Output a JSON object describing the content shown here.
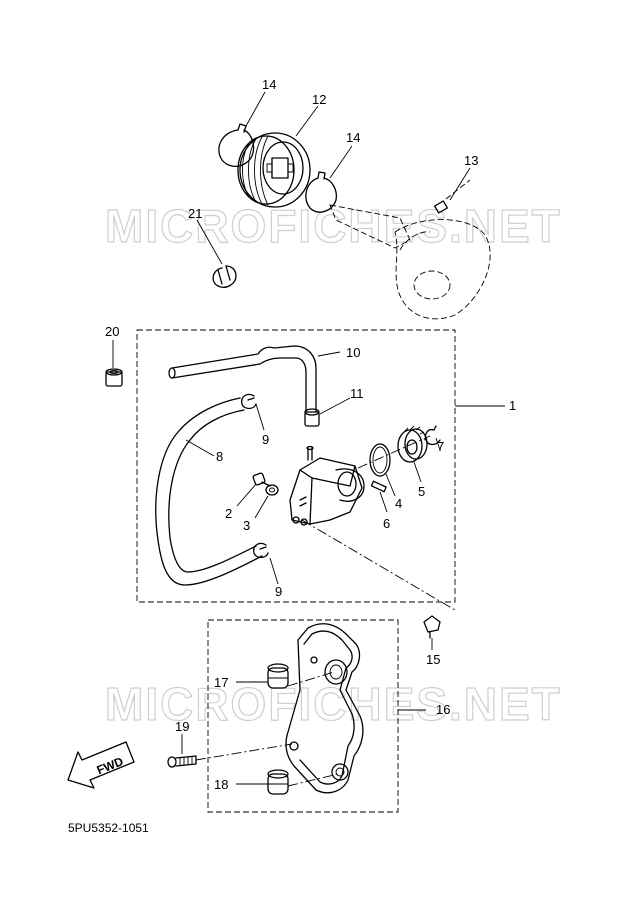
{
  "watermark": "MICROFICHES.NET",
  "diagram_code": "5PU5352-1051",
  "fwd_label": "FWD",
  "callouts": [
    "1",
    "2",
    "3",
    "4",
    "5",
    "6",
    "7",
    "8",
    "9",
    "9",
    "10",
    "11",
    "12",
    "13",
    "14",
    "14",
    "15",
    "16",
    "17",
    "18",
    "19",
    "20",
    "21"
  ]
}
